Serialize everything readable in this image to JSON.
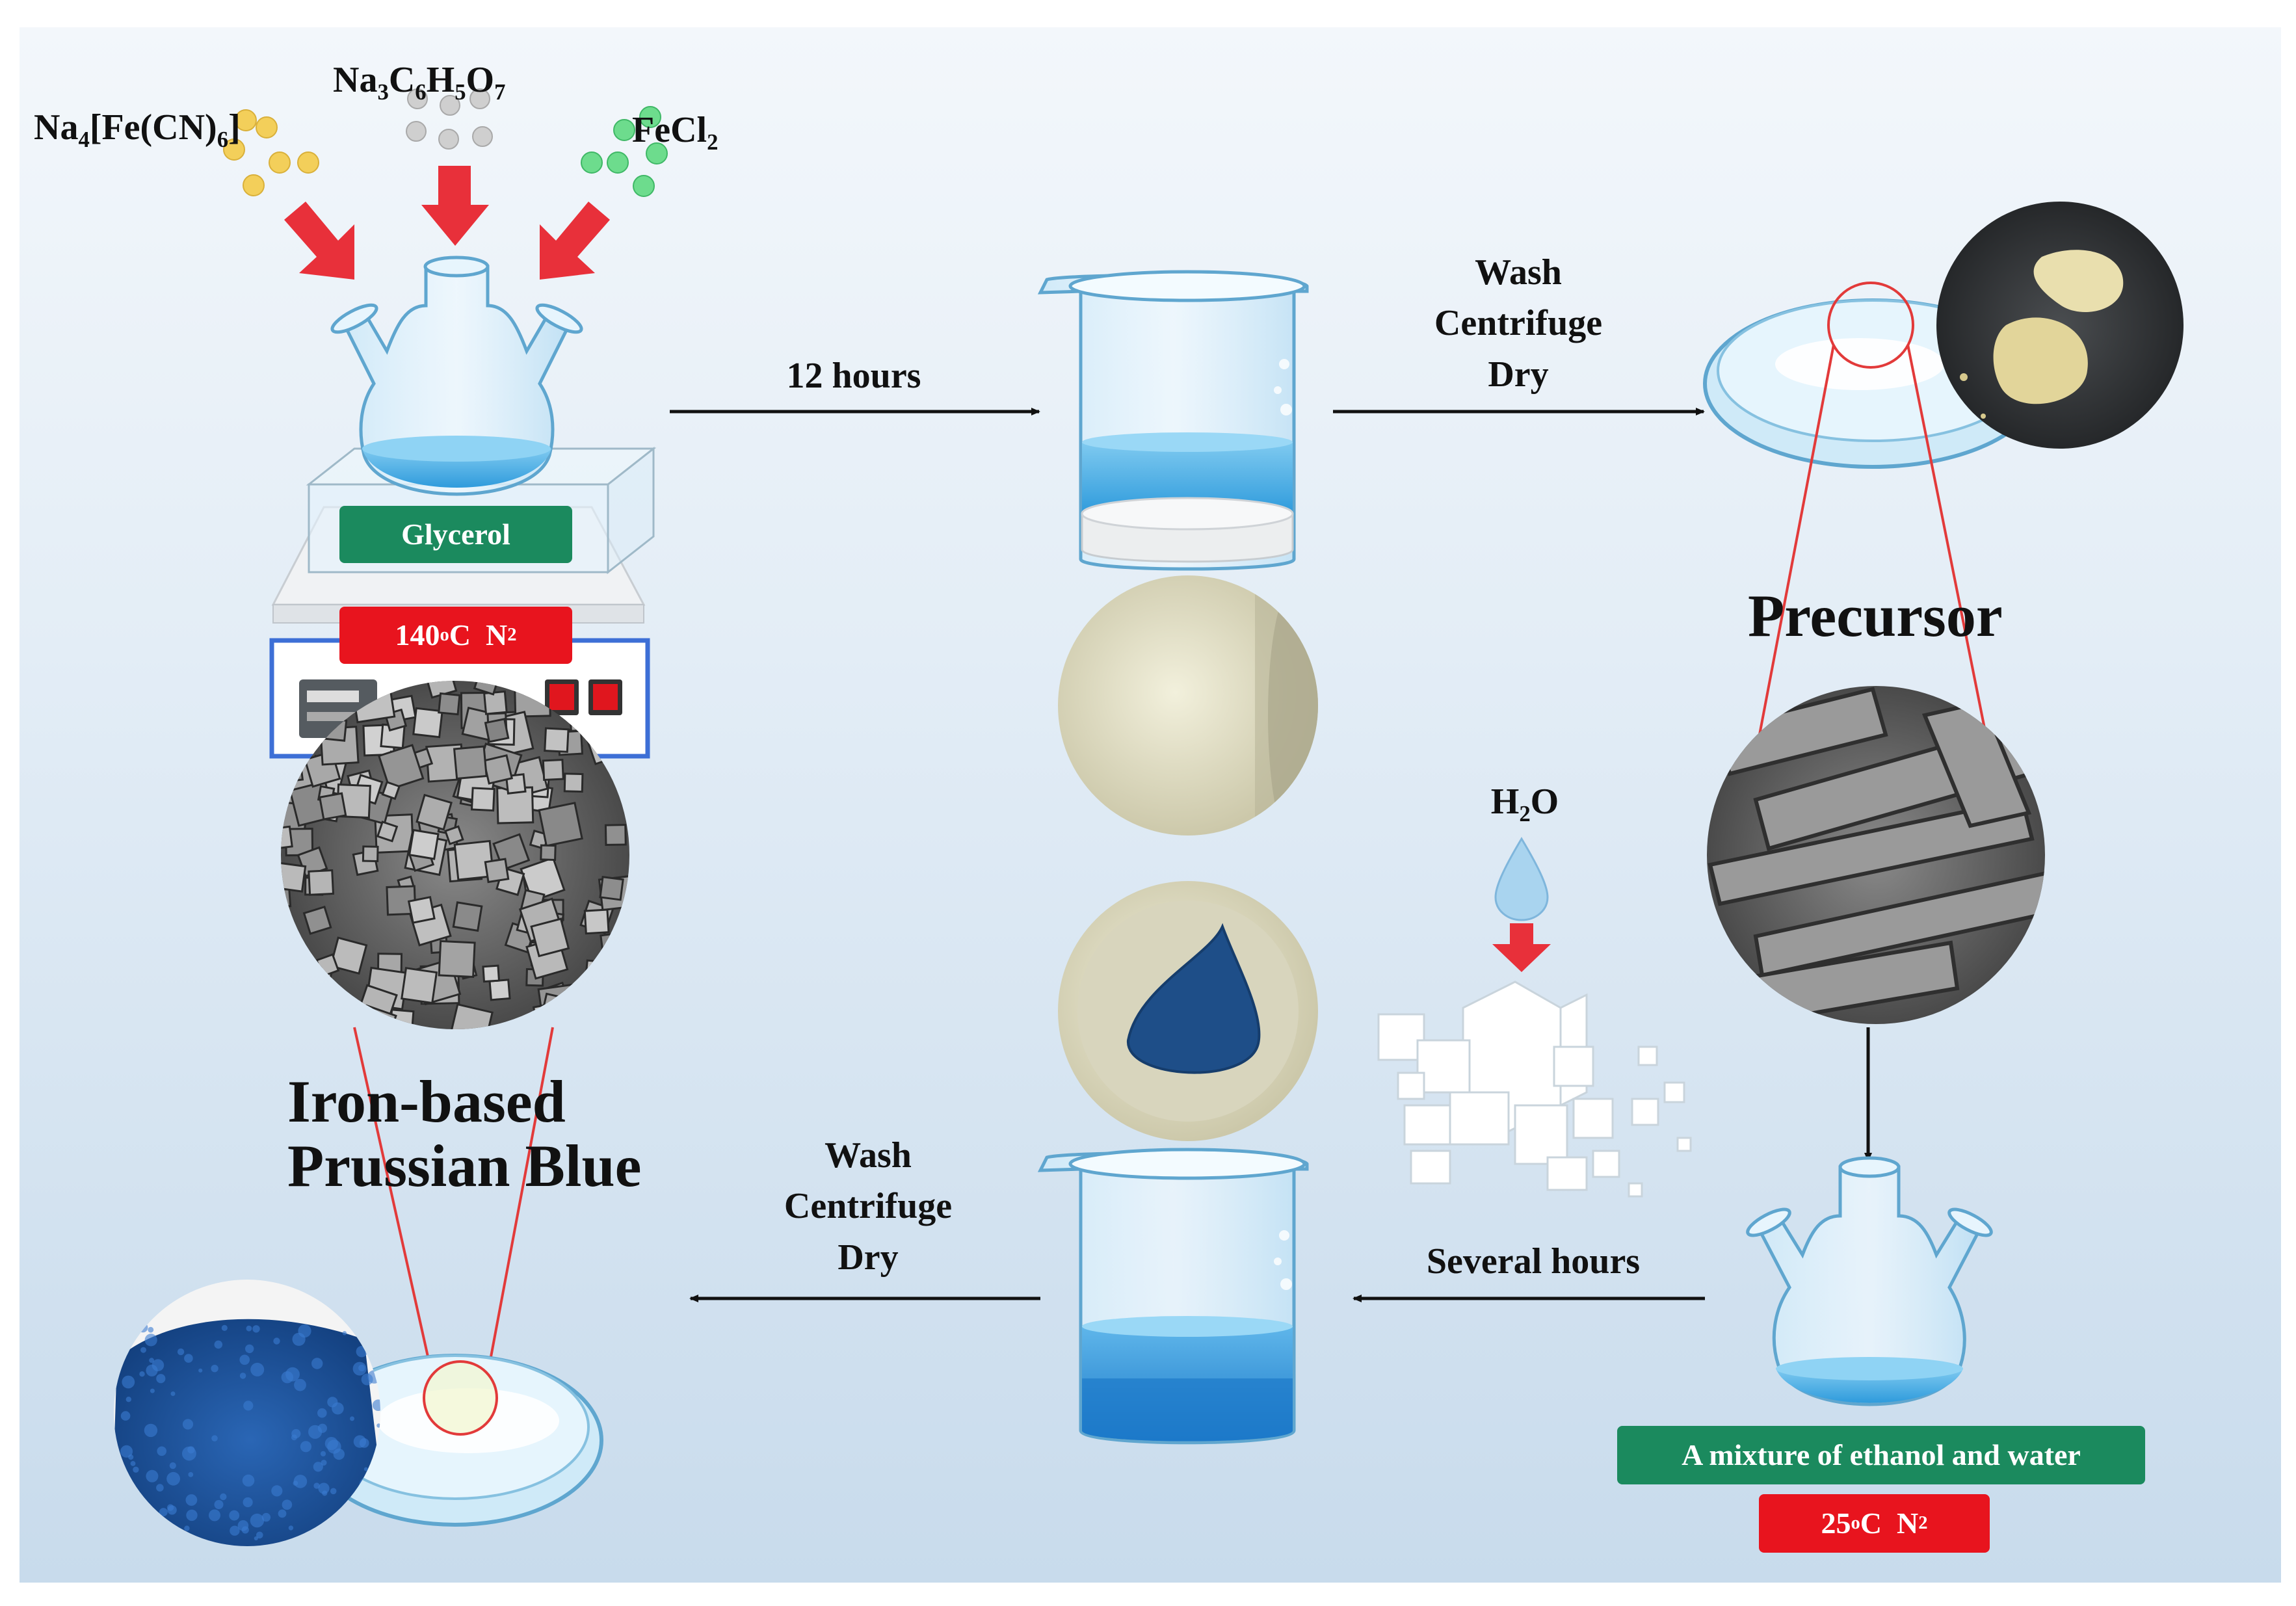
{
  "reagents": {
    "ferrocyanide": {
      "a": "Na",
      "b": "4",
      "c": "[Fe(CN)",
      "d": "6",
      "e": "]"
    },
    "citrate": {
      "a": "Na",
      "b": "3",
      "c": "C",
      "d": "6",
      "e": "H",
      "f": "5",
      "g": "O",
      "h": "7"
    },
    "iron_chloride": {
      "a": "FeCl",
      "b": "2"
    }
  },
  "step1": {
    "solvent_label": "Glycerol",
    "temperature_prefix": "140",
    "temperature_sup": "o",
    "temperature_suffix": "C  N",
    "temperature_sub": "2",
    "arrow_label": "12 hours"
  },
  "step2": {
    "line1": "Wash",
    "line2": "Centrifuge",
    "line3": "Dry"
  },
  "precursor_label": "Precursor",
  "water": {
    "a": "H",
    "b": "2",
    "c": "O"
  },
  "step3": {
    "solvent_label": "A mixture of ethanol and water",
    "temperature_prefix": "25",
    "temperature_sup": "o",
    "temperature_suffix": "C  N",
    "temperature_sub": "2",
    "arrow_label": "Several hours"
  },
  "step4": {
    "line1": "Wash",
    "line2": "Centrifuge",
    "line3": "Dry"
  },
  "product_label": {
    "line1": "Iron-based",
    "line2": "Prussian Blue"
  },
  "colors": {
    "arrow_red": "#e8303a",
    "label_green": "#1b8a5e",
    "label_red": "#e8141e",
    "solution_blue": "#4fb3ea",
    "prussian_blue": "#1e5aa8"
  }
}
